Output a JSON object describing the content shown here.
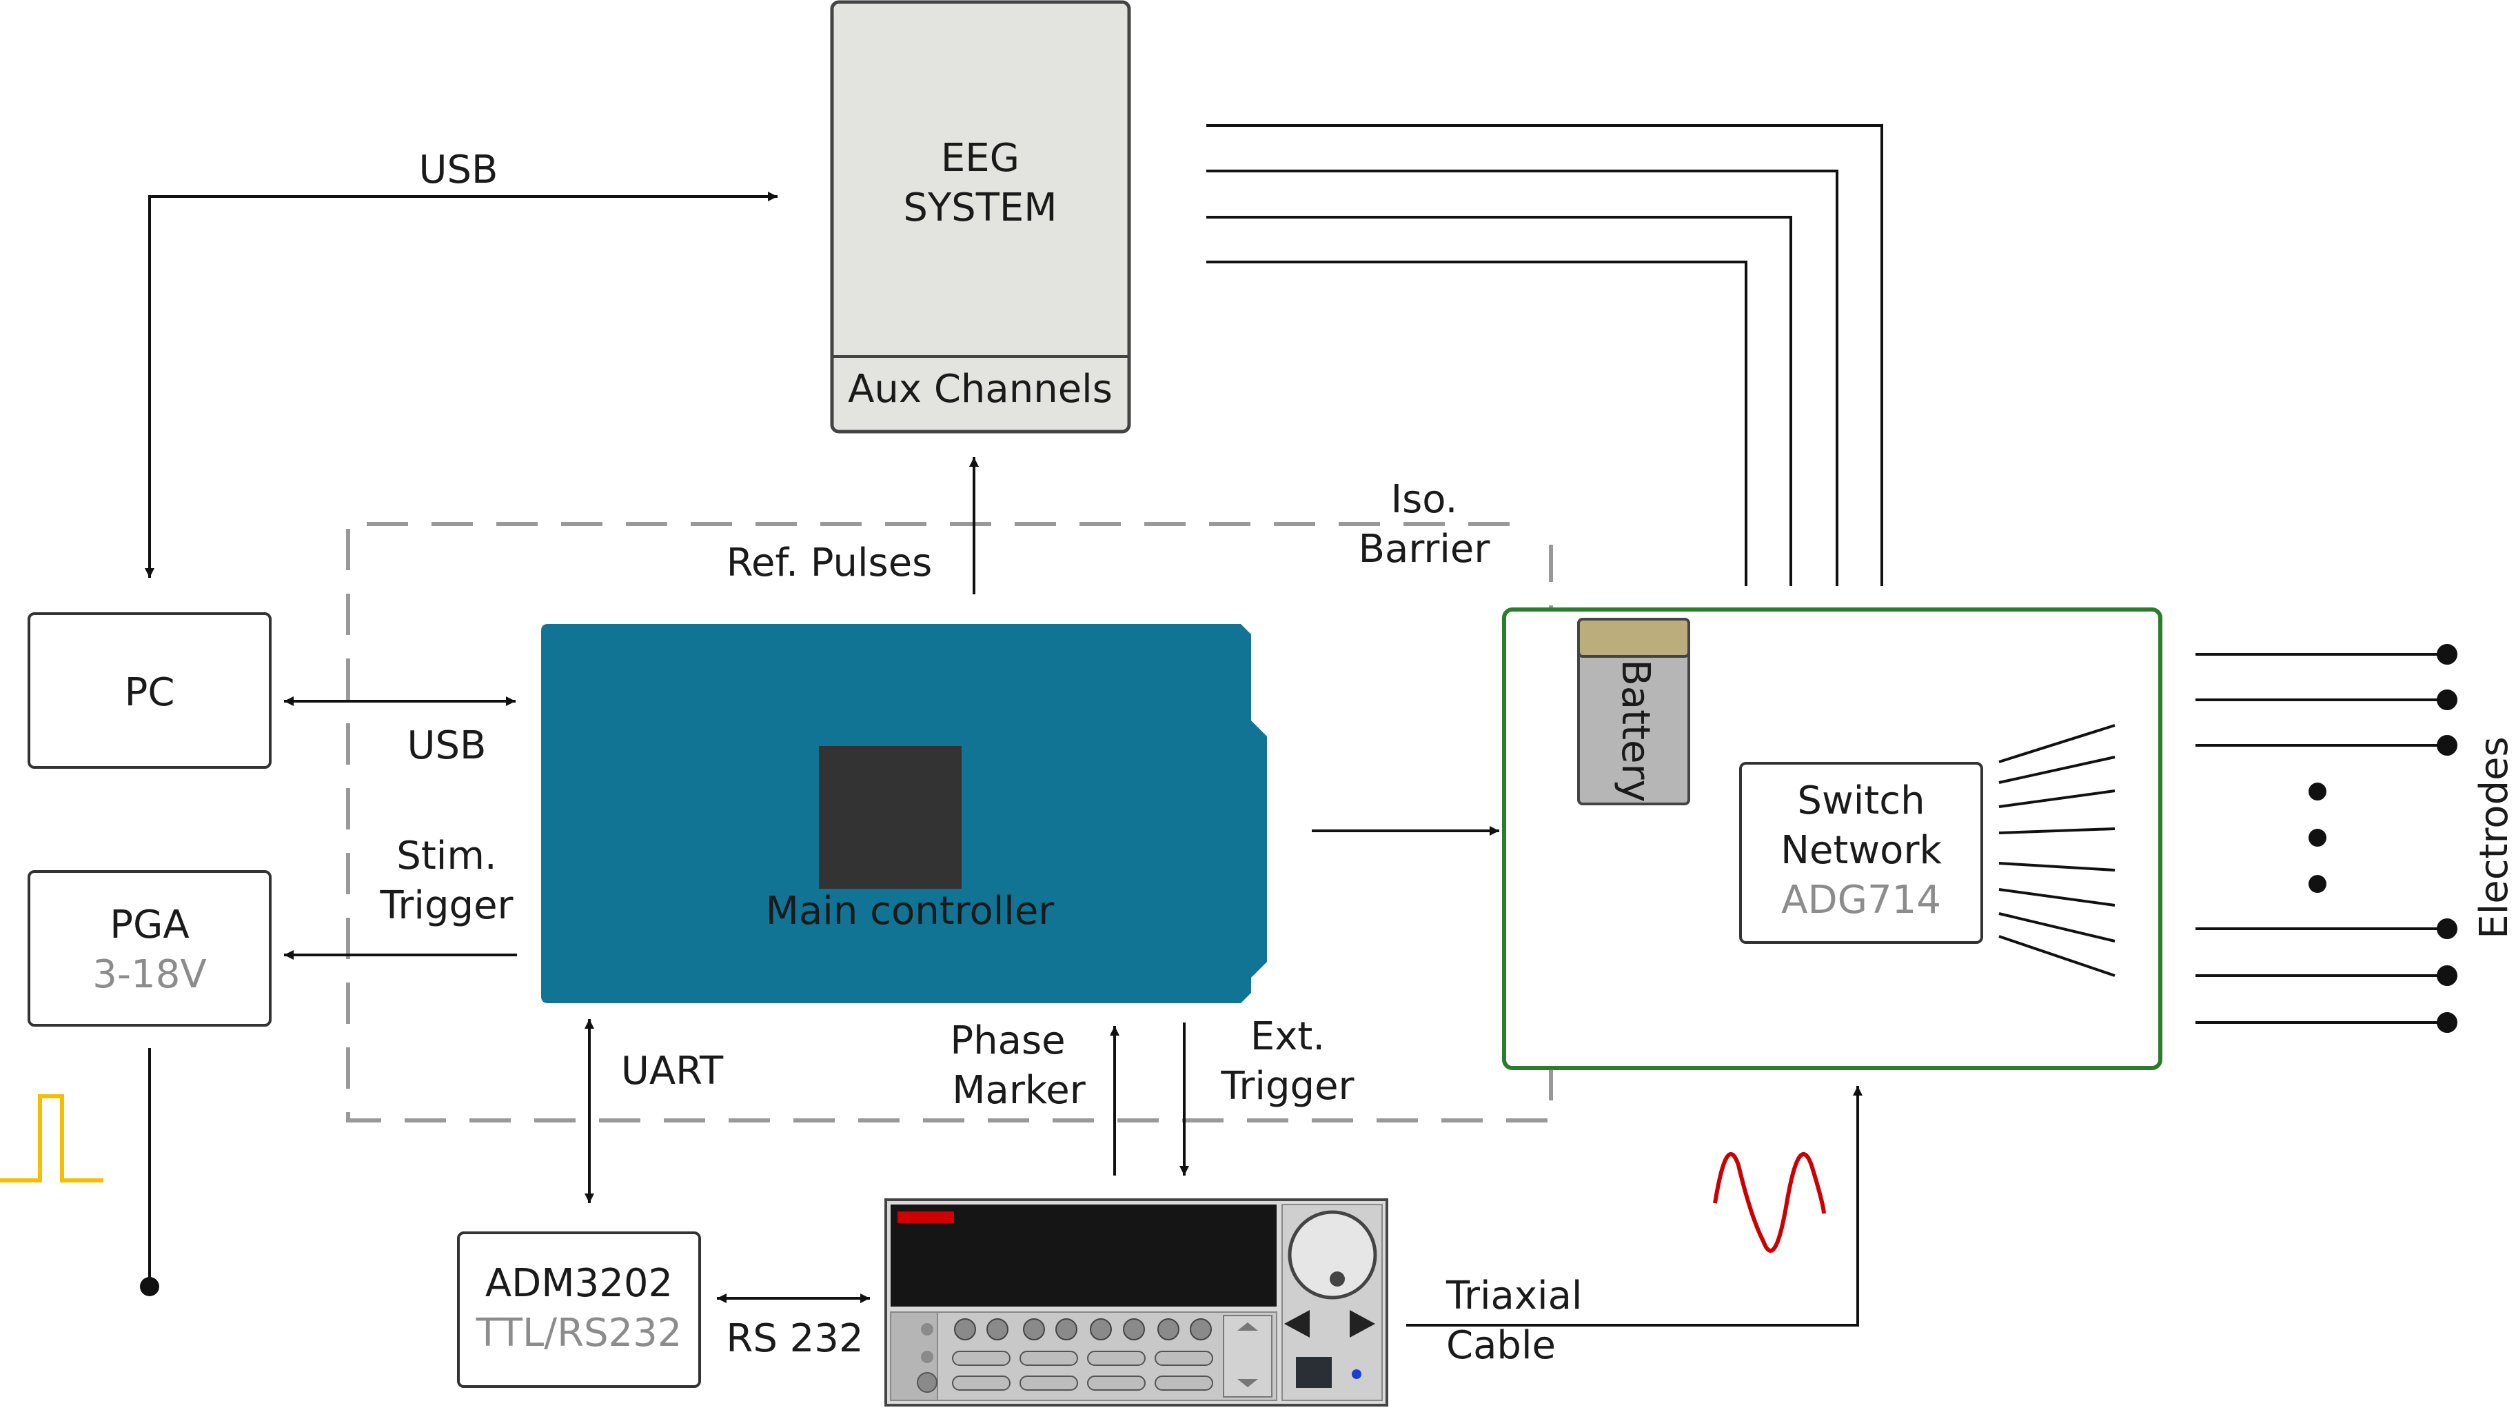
{
  "blocks": {
    "eeg": {
      "line1": "EEG",
      "line2": "SYSTEM",
      "aux": "Aux Channels"
    },
    "pc": {
      "label": "PC"
    },
    "pga": {
      "label": "PGA",
      "sub": "3-18V"
    },
    "main_controller": {
      "label": "Main controller"
    },
    "adm": {
      "label": "ADM3202",
      "sub": "TTL/RS232"
    },
    "battery": {
      "label": "Battery"
    },
    "switch": {
      "line1": "Switch",
      "line2": "Network",
      "sub": "ADG714"
    }
  },
  "labels": {
    "usb_top": "USB",
    "usb_mid": "USB",
    "ref_pulses": "Ref. Pulses",
    "iso_1": "Iso.",
    "iso_2": "Barrier",
    "stim_1": "Stim.",
    "stim_2": "Trigger",
    "uart": "UART",
    "phase_1": "Phase",
    "phase_2": "Marker",
    "ext_1": "Ext.",
    "ext_2": "Trigger",
    "rs232": "RS 232",
    "triax_1": "Triaxial",
    "triax_2": "Cable",
    "electrodes": "Electrodes"
  },
  "colors": {
    "controller": "#127494",
    "controller_chip": "#333333",
    "eeg_fill": "#e3e4e0",
    "isolated_border": "#2a7d2a",
    "battery_fill": "#b6b6b6",
    "battery_cap": "#bbae7c",
    "pulse": "#f5be00",
    "sine": "#cc0000",
    "instrument_display": "#d00000"
  }
}
